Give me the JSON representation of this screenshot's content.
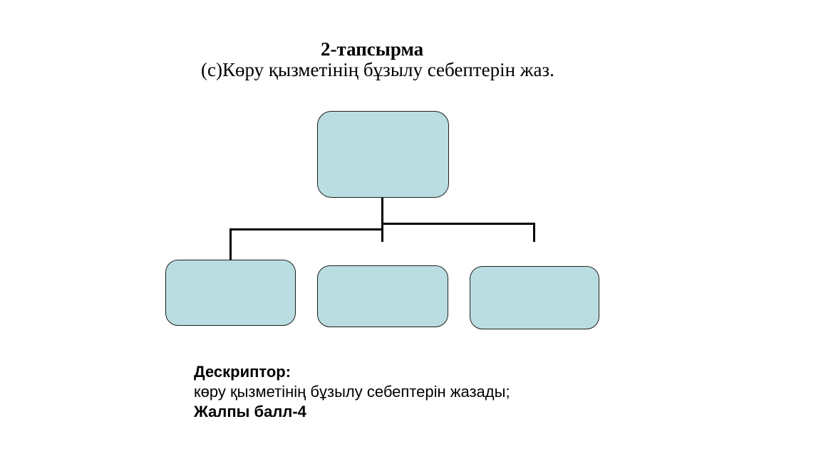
{
  "page": {
    "background": "#ffffff",
    "text_color": "#000000"
  },
  "header": {
    "title": "2-тапсырма",
    "subtitle": "(с)Көру қызметінің бұзылу себептерін жаз."
  },
  "diagram": {
    "type": "hierarchy",
    "box_fill": "#b9dde0",
    "box_border": "#1f1f1f",
    "connector_color": "#000000",
    "root": {
      "label": ""
    },
    "children": [
      {
        "label": ""
      },
      {
        "label": ""
      },
      {
        "label": ""
      }
    ]
  },
  "descriptor": {
    "heading": "Дескриптор:",
    "criteria": "көру қызметінің бұзылу себептерін жазады;",
    "total_label": "Жалпы балл-4"
  }
}
